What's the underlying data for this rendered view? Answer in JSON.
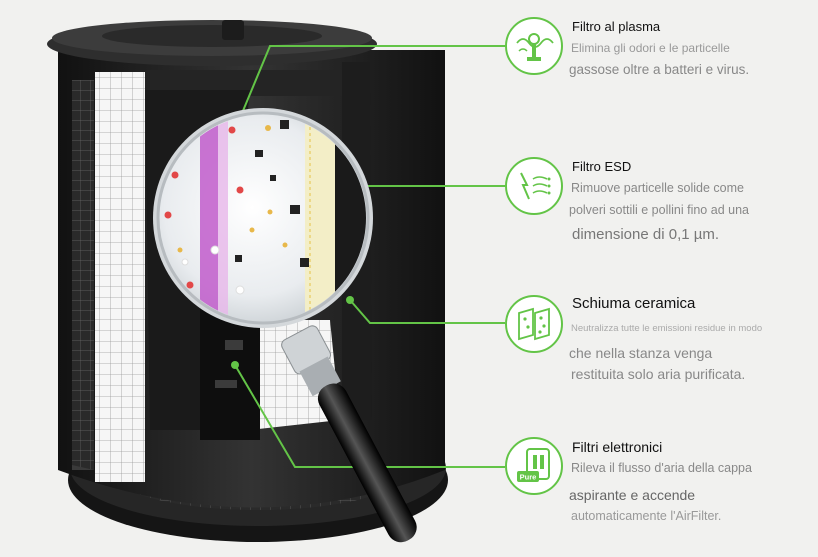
{
  "features": [
    {
      "icon": "plasma-filter-icon",
      "title": "Filtro al plasma",
      "line1": "Elimina gli odori e le particelle",
      "line2": "gassose oltre a batteri e virus."
    },
    {
      "icon": "esd-filter-icon",
      "title": "Filtro ESD",
      "line1": "Rimuove particelle solide come",
      "line2": "polveri sottili e pollini fino ad una",
      "line3": "dimensione di 0,1 µm."
    },
    {
      "icon": "ceramic-foam-icon",
      "title": "Schiuma ceramica",
      "line1": "Neutralizza tutte le emissioni residue in modo",
      "line2": "che nella stanza venga",
      "line3": "restituita solo aria purificata."
    },
    {
      "icon": "electronic-filter-icon",
      "title": "Filtri elettronici",
      "badge_text": "Pure",
      "line1": "Rileva il flusso d'aria della cappa",
      "line2": "aspirante e accende",
      "line3": "automaticamente l'AirFilter."
    }
  ],
  "colors": {
    "accent": "#63c447",
    "background": "#f1f1ef",
    "device_dark": "#1d1d1d",
    "filter_white": "#f4f4f4"
  }
}
